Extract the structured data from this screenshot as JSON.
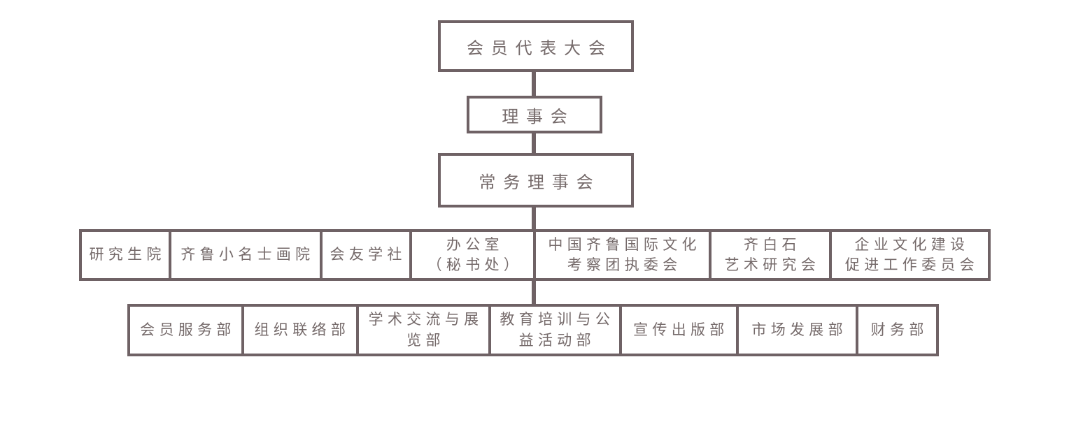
{
  "colors": {
    "line": "#6f6265",
    "text": "#756a6a",
    "background": "#ffffff"
  },
  "org_chart": {
    "level1": {
      "label": "会员代表大会",
      "lines": [
        "会员代表大会"
      ]
    },
    "level2": {
      "label": "理事会",
      "lines": [
        "理事会"
      ]
    },
    "level3": {
      "label": "常务理事会",
      "lines": [
        "常务理事会"
      ]
    },
    "level4": {
      "items": [
        {
          "label": "研究生院",
          "lines": [
            "研究生院"
          ]
        },
        {
          "label": "齐鲁小名士画院",
          "lines": [
            "齐鲁小名士画院"
          ]
        },
        {
          "label": "会友学社",
          "lines": [
            "会友学社"
          ]
        },
        {
          "label": "办公室（秘书处）",
          "lines": [
            "办公室",
            "（秘书处）"
          ]
        },
        {
          "label": "中国齐鲁国际文化考察团执委会",
          "lines": [
            "中国齐鲁国际文化",
            "考察团执委会"
          ]
        },
        {
          "label": "齐白石艺术研究会",
          "lines": [
            "齐白石",
            "艺术研究会"
          ]
        },
        {
          "label": "企业文化建设促进工作委员会",
          "lines": [
            "企业文化建设",
            "促进工作委员会"
          ]
        }
      ]
    },
    "level5": {
      "items": [
        {
          "label": "会员服务部",
          "lines": [
            "会员服务部"
          ]
        },
        {
          "label": "组织联络部",
          "lines": [
            "组织联络部"
          ]
        },
        {
          "label": "学术交流与展览部",
          "lines": [
            "学术交流与展",
            "览部"
          ]
        },
        {
          "label": "教育培训与公益活动部",
          "lines": [
            "教育培训与公",
            "益活动部"
          ]
        },
        {
          "label": "宣传出版部",
          "lines": [
            "宣传出版部"
          ]
        },
        {
          "label": "市场发展部",
          "lines": [
            "市场发展部"
          ]
        },
        {
          "label": "财务部",
          "lines": [
            "财务部"
          ]
        }
      ]
    }
  }
}
